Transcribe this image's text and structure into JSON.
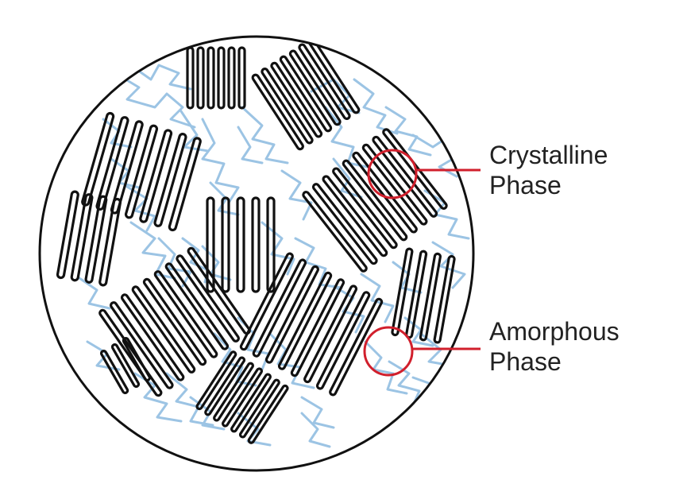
{
  "labels": {
    "crystalline": {
      "line1": "Crystalline",
      "line2": "Phase"
    },
    "amorphous": {
      "line1": "Amorphous",
      "line2": "Phase"
    }
  },
  "colors": {
    "outline": "#111111",
    "lamella": "#111111",
    "amorphous_chain": "#9cc4e4",
    "callout": "#d11f2c",
    "label_text": "#222222"
  }
}
